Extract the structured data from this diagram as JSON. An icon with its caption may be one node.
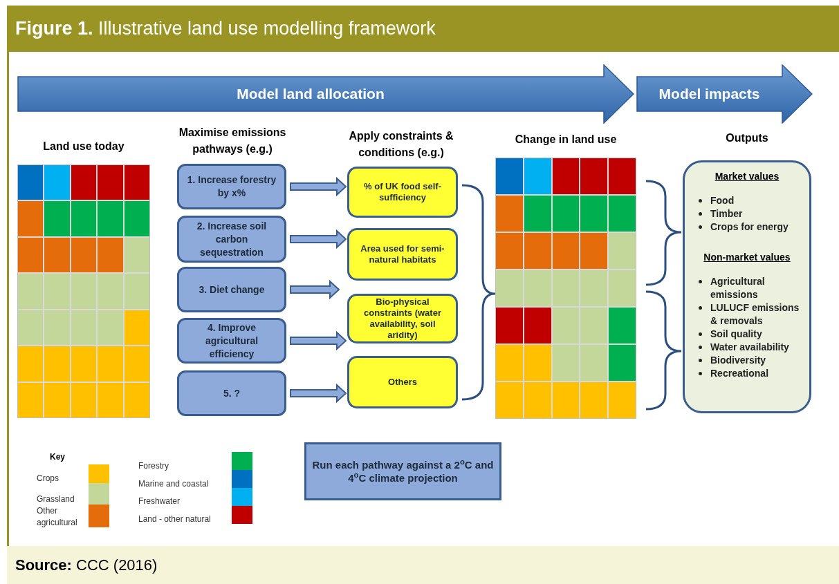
{
  "diagram": {
    "title": "**Figure 1.** Illustrative land use modelling framework",
    "caption": "**Source:** CCC (2016)",
    "nodes": [
      {
        "text": [
          "Model land allocation"
        ]
      },
      {
        "text": [
          "Model impacts"
        ]
      },
      {
        "text": [
          "Land use today"
        ]
      },
      {
        "text": [
          "1. Increase forestry by x%"
        ]
      },
      {
        "text": [
          "2. Increase soil carbon sequestration"
        ]
      },
      {
        "text": [
          "3. Diet change"
        ]
      },
      {
        "text": [
          "4. Improve agricultural efficiency"
        ]
      },
      {
        "text": [
          "5. ?"
        ]
      },
      {
        "text": [
          "% of UK food self-sufficiency"
        ]
      },
      {
        "text": [
          "Area used for semi-natural habitats"
        ]
      },
      {
        "text": [
          "Bio-physical constraints (water availability, soil aridity)"
        ]
      },
      {
        "text": [
          "Others"
        ]
      },
      {
        "text": [
          "Change in land use"
        ]
      },
      {
        "text": [
          "Outputs",
          "Market values",
          "Food",
          "Timber",
          "Crops for energy",
          "Non-market values",
          "Agricultural emissions",
          "LULUCF emissions & removals",
          "Soil quality",
          "Water availability",
          "Biodiversity",
          "Recreational"
        ]
      },
      {
        "text": [
          "Run each pathway against a 2$^{o}$C and 4$^{o}$C climate projection"
        ]
      }
    ],
    "edges": [
      {
        "from": 3,
        "to": 8,
        "arrow": "to"
      },
      {
        "from": 4,
        "to": 9,
        "arrow": "to"
      },
      {
        "from": 5,
        "to": null,
        "arrow": "to"
      },
      {
        "from": 6,
        "to": 10,
        "arrow": "to"
      },
      {
        "from": 7,
        "to": 11,
        "arrow": "to"
      }
    ],
    "labels": [
      "Maximise emissions pathways (e.g.)",
      "Apply constraints & conditions (e.g.)",
      "Key"
    ],
    "legend": [
      {
        "text": "Crops",
        "color": "#ffc000"
      },
      {
        "text": "Grassland",
        "color": "#c4d79b"
      },
      {
        "text": "Other agricultural",
        "color": "#e46c0a"
      },
      {
        "text": "Forestry",
        "color": "#00b050"
      },
      {
        "text": "Marine and coastal",
        "color": "#0070c0"
      },
      {
        "text": "Freshwater",
        "color": "#00b0f0"
      },
      {
        "text": "Land - other natural",
        "color": "#c00000"
      }
    ]
  }
}
